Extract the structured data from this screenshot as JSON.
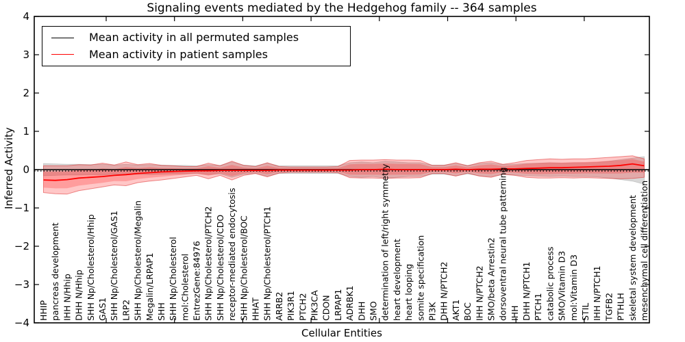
{
  "chart_data": {
    "type": "line",
    "title": "Signaling events mediated by the Hedgehog family -- 364 samples",
    "xlabel": "Cellular Entities",
    "ylabel": "Inferred Activity",
    "ylim": [
      -4,
      4
    ],
    "yticks": [
      -4,
      -3,
      -2,
      -1,
      0,
      1,
      2,
      3,
      4
    ],
    "ytick_labels": [
      "−4",
      "−3",
      "−2",
      "−1",
      "0",
      "1",
      "2",
      "3",
      "4"
    ],
    "grid": false,
    "legend": {
      "position": "upper left",
      "entries": [
        {
          "label": "Mean activity in all permuted samples",
          "color": "#000000"
        },
        {
          "label": "Mean activity in patient samples",
          "color": "#ff0000"
        }
      ]
    },
    "zero_line": {
      "style": "dotted",
      "color": "#000000",
      "value": 0
    },
    "categories": [
      "HHIP",
      "pancreas development",
      "IHH N/Hhip",
      "DHH N/Hhip",
      "SHH Np/Cholesterol/Hhip",
      "GAS1",
      "SHH Np/Cholesterol/GAS1",
      "LRP2",
      "SHH Np/Cholesterol/Megalin",
      "Megalin/LRPAP1",
      "SHH",
      "SHH Np/Cholesterol",
      "mol:Cholesterol",
      "EntrezGene:84976",
      "SHH Np/Cholesterol/PTCH2",
      "SHH Np/Cholesterol/CDO",
      "receptor-mediated endocytosis",
      "SHH Np/Cholesterol/BOC",
      "HHAT",
      "SHH Np/Cholesterol/PTCH1",
      "ARRB2",
      "PIK3R1",
      "PTCH2",
      "PIK3CA",
      "CDON",
      "LRPAP1",
      "ADRBK1",
      "DHH",
      "SMO",
      "determination of left/right symmetry",
      "heart development",
      "heart looping",
      "somite specification",
      "PI3K",
      "DHH N/PTCH2",
      "AKT1",
      "BOC",
      "IHH N/PTCH2",
      "SMO/beta Arrestin2",
      "dorsoventral neural tube patterning",
      "IHH",
      "DHH N/PTCH1",
      "PTCH1",
      "catabolic process",
      "SMO/Vitamin D3",
      "mol:Vitamin D3",
      "STIL",
      "IHH N/PTCH1",
      "TGFB2",
      "PTHLH",
      "skeletal system development",
      "mesenchymal cell differentiation"
    ],
    "series": [
      {
        "name": "Mean activity in all permuted samples",
        "color": "#000000",
        "values": [
          0,
          0,
          0,
          0,
          0,
          0,
          0,
          0,
          0,
          0,
          0,
          0,
          0,
          0,
          0,
          0,
          0,
          0,
          0,
          0,
          0,
          0,
          0,
          0,
          0,
          0,
          0,
          0,
          0,
          0,
          0,
          0,
          0,
          0,
          0,
          0,
          0,
          0,
          0,
          0,
          0,
          0,
          0,
          0,
          0,
          0,
          0,
          0,
          0,
          0,
          0,
          0
        ]
      },
      {
        "name": "Mean activity in patient samples",
        "color": "#ff0000",
        "values": [
          -0.27,
          -0.28,
          -0.26,
          -0.22,
          -0.2,
          -0.18,
          -0.15,
          -0.13,
          -0.1,
          -0.08,
          -0.06,
          -0.05,
          -0.04,
          -0.03,
          -0.03,
          -0.02,
          -0.02,
          -0.02,
          -0.02,
          -0.02,
          -0.01,
          -0.01,
          -0.01,
          -0.01,
          -0.01,
          -0.01,
          -0.01,
          0,
          0,
          0.01,
          0,
          0,
          0,
          0,
          0,
          0.01,
          0,
          0.01,
          0.01,
          0.02,
          0.02,
          0.03,
          0.04,
          0.05,
          0.05,
          0.06,
          0.07,
          0.08,
          0.09,
          0.11,
          0.15,
          0.1
        ]
      }
    ],
    "bands": [
      {
        "name": "permuted samples range",
        "color": "#5a5a5a",
        "upper": [
          0.16,
          0.15,
          0.14,
          0.14,
          0.13,
          0.14,
          0.12,
          0.14,
          0.12,
          0.13,
          0.12,
          0.11,
          0.11,
          0.1,
          0.13,
          0.11,
          0.2,
          0.12,
          0.1,
          0.17,
          0.1,
          0.1,
          0.1,
          0.1,
          0.1,
          0.1,
          0.18,
          0.2,
          0.18,
          0.22,
          0.2,
          0.18,
          0.18,
          0.12,
          0.12,
          0.16,
          0.11,
          0.16,
          0.18,
          0.13,
          0.14,
          0.16,
          0.17,
          0.18,
          0.17,
          0.18,
          0.18,
          0.19,
          0.22,
          0.26,
          0.3,
          0.34
        ],
        "lower": [
          -0.16,
          -0.15,
          -0.14,
          -0.14,
          -0.13,
          -0.14,
          -0.12,
          -0.14,
          -0.12,
          -0.13,
          -0.12,
          -0.11,
          -0.11,
          -0.1,
          -0.13,
          -0.11,
          -0.2,
          -0.12,
          -0.1,
          -0.17,
          -0.1,
          -0.1,
          -0.1,
          -0.1,
          -0.1,
          -0.1,
          -0.18,
          -0.2,
          -0.18,
          -0.22,
          -0.2,
          -0.18,
          -0.18,
          -0.12,
          -0.12,
          -0.16,
          -0.11,
          -0.16,
          -0.18,
          -0.13,
          -0.14,
          -0.16,
          -0.17,
          -0.18,
          -0.17,
          -0.18,
          -0.18,
          -0.19,
          -0.22,
          -0.26,
          -0.3,
          -0.38
        ]
      },
      {
        "name": "patient samples range",
        "color": "#ff0000",
        "upper": [
          0.1,
          0.1,
          0.1,
          0.13,
          0.12,
          0.17,
          0.12,
          0.2,
          0.13,
          0.16,
          0.11,
          0.1,
          0.08,
          0.08,
          0.17,
          0.1,
          0.22,
          0.11,
          0.08,
          0.18,
          0.08,
          0.07,
          0.07,
          0.07,
          0.07,
          0.08,
          0.24,
          0.25,
          0.25,
          0.26,
          0.25,
          0.25,
          0.24,
          0.11,
          0.11,
          0.18,
          0.1,
          0.18,
          0.22,
          0.14,
          0.18,
          0.24,
          0.26,
          0.28,
          0.27,
          0.28,
          0.28,
          0.3,
          0.32,
          0.34,
          0.36,
          0.28
        ],
        "lower": [
          -0.6,
          -0.63,
          -0.64,
          -0.55,
          -0.5,
          -0.45,
          -0.4,
          -0.42,
          -0.34,
          -0.3,
          -0.27,
          -0.23,
          -0.19,
          -0.15,
          -0.24,
          -0.15,
          -0.27,
          -0.15,
          -0.1,
          -0.19,
          -0.09,
          -0.07,
          -0.07,
          -0.07,
          -0.07,
          -0.08,
          -0.21,
          -0.22,
          -0.22,
          -0.23,
          -0.22,
          -0.22,
          -0.21,
          -0.1,
          -0.1,
          -0.17,
          -0.09,
          -0.17,
          -0.2,
          -0.12,
          -0.15,
          -0.2,
          -0.22,
          -0.22,
          -0.21,
          -0.22,
          -0.21,
          -0.22,
          -0.23,
          -0.24,
          -0.23,
          -0.2
        ]
      }
    ]
  },
  "colors": {
    "permuted_line": "#000000",
    "patient_line": "#ff0000",
    "permuted_band_fill": "rgba(100,100,100,0.25)",
    "patient_band_fill": "rgba(255,30,30,0.25)",
    "axis": "#000000",
    "background": "#ffffff"
  }
}
